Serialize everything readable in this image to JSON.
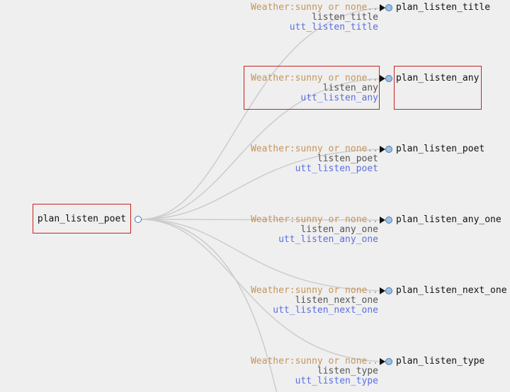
{
  "root": {
    "name": "plan_listen_poet"
  },
  "colors": {
    "condition": "#c4955d",
    "action": "#555555",
    "utterance": "#5b6fe0",
    "highlight": "#cc2222",
    "edge": "#cccccc"
  },
  "branches": [
    {
      "condition": "Weather:sunny or none..",
      "action": "listen_title",
      "utterance": "utt_listen_title",
      "child": "plan_listen_title",
      "highlighted": false
    },
    {
      "condition": "Weather:sunny or none..",
      "action": "listen_any",
      "utterance": "utt_listen_any",
      "child": "plan_listen_any",
      "highlighted": true
    },
    {
      "condition": "Weather:sunny or none..",
      "action": "listen_poet",
      "utterance": "utt_listen_poet",
      "child": "plan_listen_poet",
      "highlighted": false
    },
    {
      "condition": "Weather:sunny or none..",
      "action": "listen_any_one",
      "utterance": "utt_listen_any_one",
      "child": "plan_listen_any_one",
      "highlighted": false
    },
    {
      "condition": "Weather:sunny or none..",
      "action": "listen_next_one",
      "utterance": "utt_listen_next_one",
      "child": "plan_listen_next_one",
      "highlighted": false
    },
    {
      "condition": "Weather:sunny or none..",
      "action": "listen_type",
      "utterance": "utt_listen_type",
      "child": "plan_listen_type",
      "highlighted": false
    }
  ]
}
